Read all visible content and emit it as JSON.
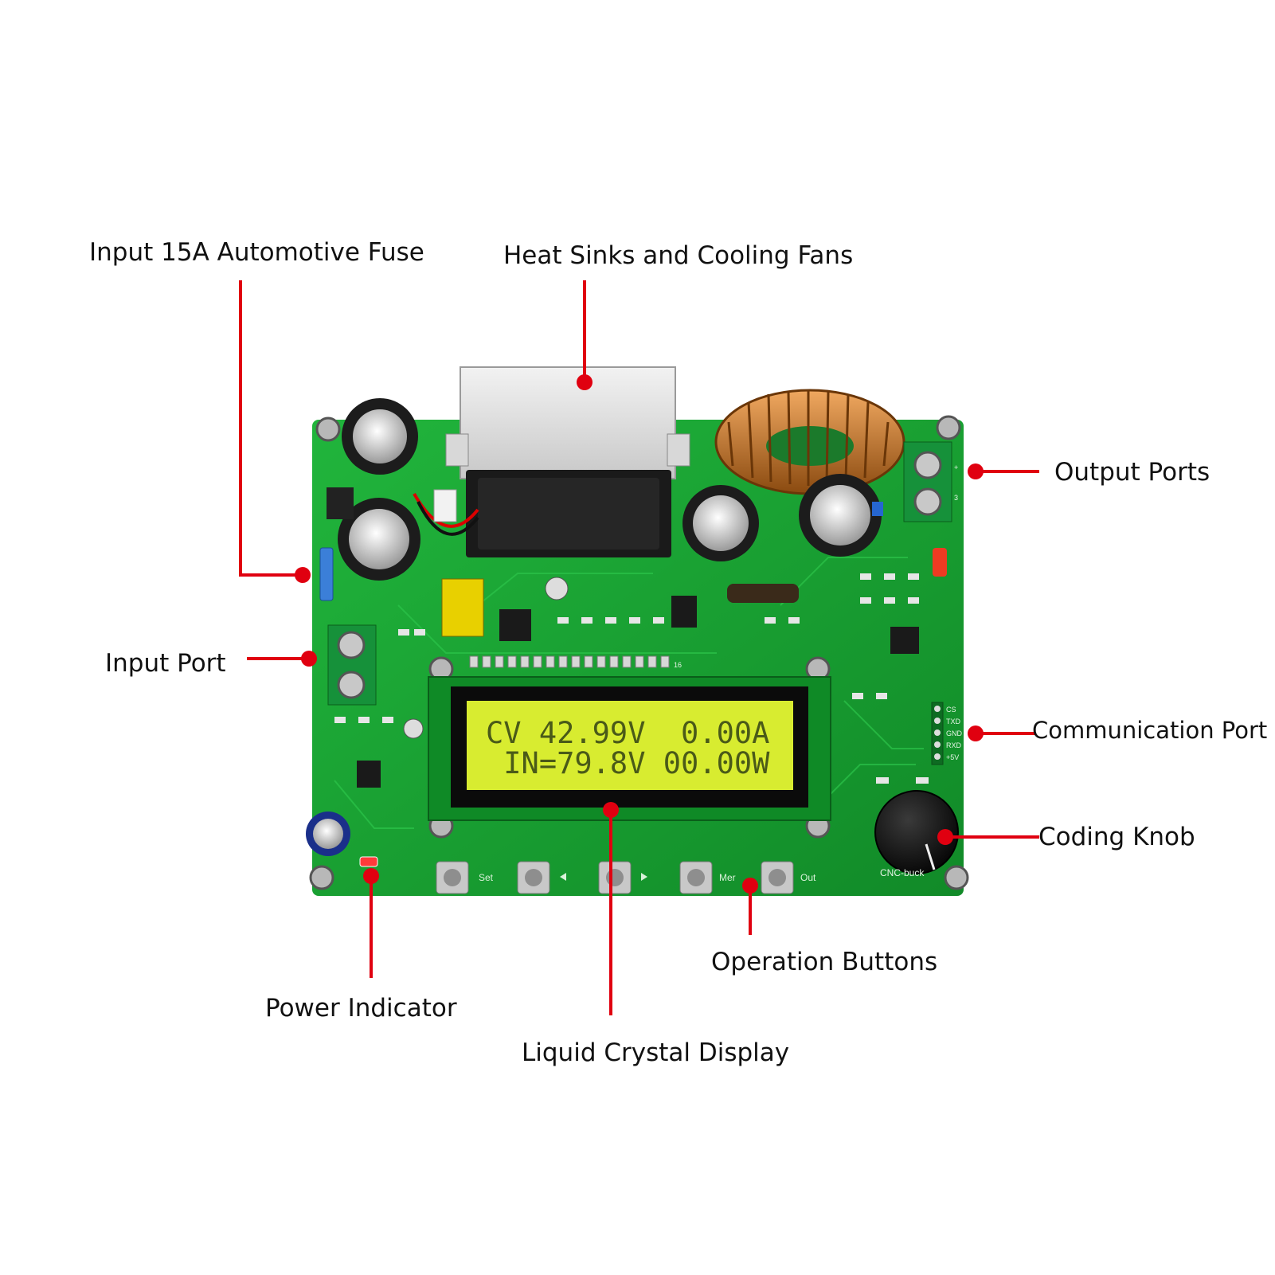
{
  "colors": {
    "accent": "#e00010",
    "pcb": "#17a332",
    "lcd": "#d8ec30",
    "text": "#111111"
  },
  "callouts": {
    "fuse": "Input 15A Automotive Fuse",
    "heatsink": "Heat Sinks and Cooling Fans",
    "output_ports": "Output Ports",
    "input_port": "Input Port",
    "communication_port": "Communication Port",
    "coding_knob": "Coding Knob",
    "operation_buttons": "Operation Buttons",
    "power_indicator": "Power Indicator",
    "lcd": "Liquid Crystal Display"
  },
  "lcd": {
    "line1": "CV 42.99V  0.00A",
    "line2": " IN=79.8V 00.00W"
  },
  "buttons": [
    {
      "label": "Set",
      "icon": "none"
    },
    {
      "label": "",
      "icon": "left-arrow-icon"
    },
    {
      "label": "",
      "icon": "right-arrow-icon"
    },
    {
      "label": "Mer",
      "icon": "none"
    },
    {
      "label": "Out",
      "icon": "none"
    }
  ],
  "silkscreen": {
    "knob": "CNC-buck",
    "comm_pins": [
      "CS",
      "TXD",
      "GND",
      "RXD",
      "+5V"
    ],
    "output_pos": "+",
    "output_neg": "3",
    "header_pin": "16"
  }
}
